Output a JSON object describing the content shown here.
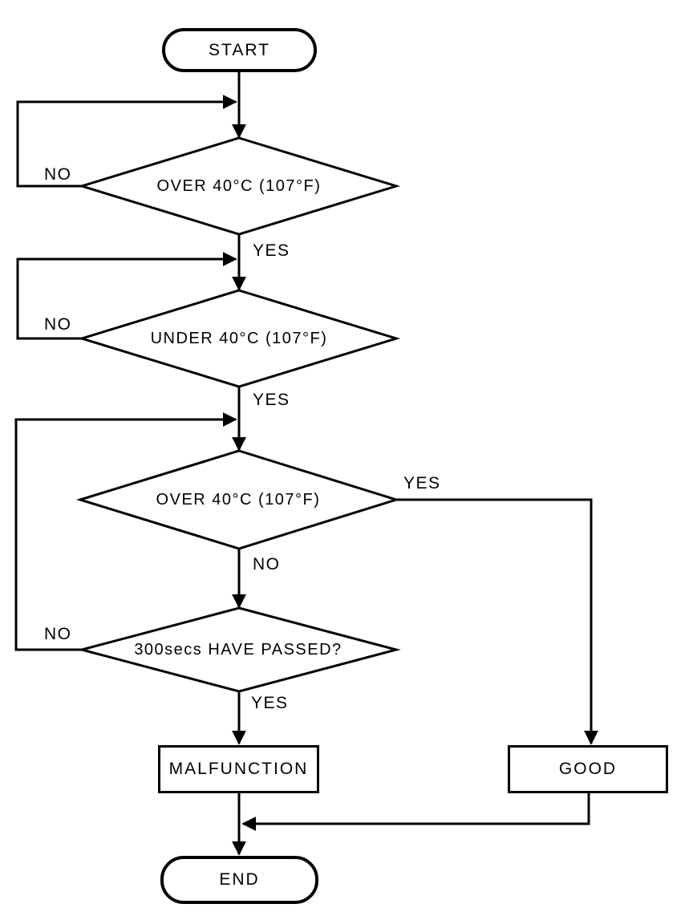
{
  "flowchart": {
    "nodes": {
      "start": {
        "label": "START"
      },
      "decision1": {
        "label": "OVER 40°C (107°F)"
      },
      "decision2": {
        "label": "UNDER 40°C (107°F)"
      },
      "decision3": {
        "label": "OVER 40°C (107°F)"
      },
      "decision4": {
        "label": "300secs HAVE PASSED?"
      },
      "malfunction": {
        "label": "MALFUNCTION"
      },
      "good": {
        "label": "GOOD"
      },
      "end": {
        "label": "END"
      }
    },
    "edge_labels": {
      "decision1_no": "NO",
      "decision1_yes": "YES",
      "decision2_no": "NO",
      "decision2_yes": "YES",
      "decision3_yes": "YES",
      "decision3_no": "NO",
      "decision4_no": "NO",
      "decision4_yes": "YES"
    },
    "colors": {
      "line": "#000000",
      "background": "#ffffff",
      "text": "#000000"
    }
  }
}
